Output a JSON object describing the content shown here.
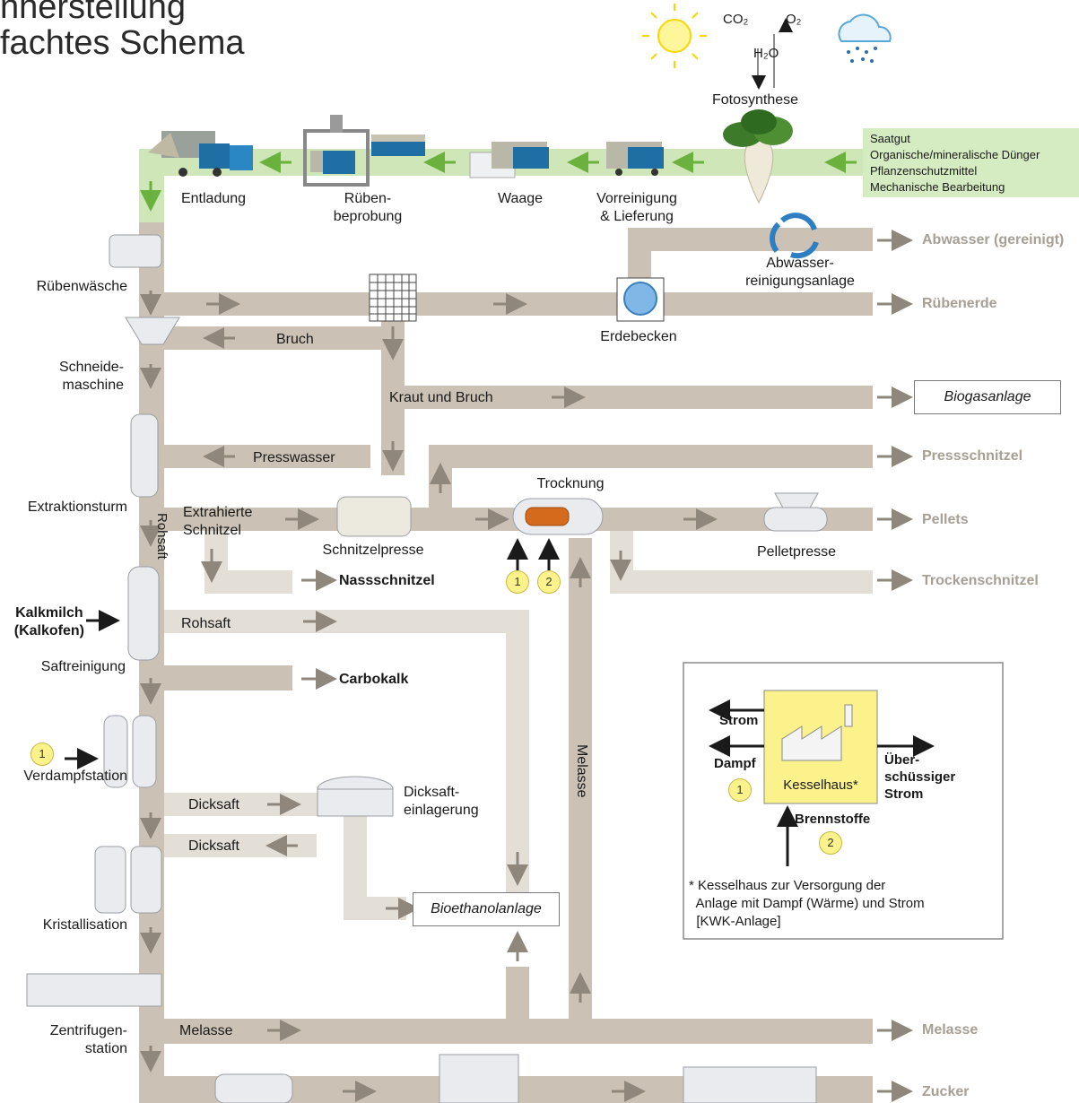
{
  "title": {
    "line1": "nherstellung",
    "line2": "fachtes Schema"
  },
  "top": {
    "co2": "CO₂",
    "o2": "O₂",
    "h2o": "H₂O",
    "photosynthesis": "Fotosynthese",
    "inputs": [
      "Saatgut",
      "Organische/mineralische Dünger",
      "Pflanzenschutzmittel",
      "Mechanische Bearbeitung"
    ]
  },
  "chain": {
    "unloading": "Entladung",
    "sampling": "Rüben-\nbeprobung",
    "scale": "Waage",
    "precleaning": "Vorreinigung\n& Lieferung"
  },
  "stations": {
    "washing": "Rübenwäsche",
    "cutter": "Schneide-\nmaschine",
    "extraction": "Extraktionsturm",
    "purification": "Saftreinigung",
    "evaporation": "Verdampfstation",
    "crystallization": "Kristallisation",
    "centrifuge": "Zentrifugen-\nstation"
  },
  "flows": {
    "break": "Bruch",
    "herbs": "Kraut und Bruch",
    "presswater": "Presswasser",
    "extracted": "Extrahierte\nSchnitzel",
    "press": "Schnitzelpresse",
    "raw_juice_vertical": "Rohsaft",
    "raw_juice": "Rohsaft",
    "thick_juice_1": "Dicksaft",
    "thick_juice_2": "Dicksaft",
    "thick_storage": "Dicksaft-\neinlagerung",
    "molasses": "Melasse",
    "molasses_vertical": "Melasse",
    "drying": "Trocknung",
    "pelletpress": "Pelletpresse",
    "soil_basin": "Erdebecken",
    "wastewater_plant": "Abwasser-\nreinigungsanlage",
    "limemilk": "Kalkmilch\n(Kalkofen)"
  },
  "products": {
    "wastewater": "Abwasser (gereinigt)",
    "soil": "Rübenerde",
    "biogas": "Biogasanlage",
    "pressed_pulp": "Pressschnitzel",
    "pellets": "Pellets",
    "dried_pulp": "Trockenschnitzel",
    "wet_pulp": "Nassschnitzel",
    "carbokalk": "Carbokalk",
    "bioethanol": "Bioethanolanlage",
    "molasses": "Melasse",
    "sugar": "Zucker"
  },
  "boiler": {
    "name": "Kesselhaus*",
    "power": "Strom",
    "steam": "Dampf",
    "surplus": "Über-\nschüssiger\nStrom",
    "fuels": "Brennstoffe",
    "note": "* Kesselhaus zur Versorgung der\n  Anlage mit Dampf (Wärme) und Strom\n  [KWK-Anlage]"
  },
  "markers": {
    "one": "1",
    "two": "2"
  },
  "colors": {
    "pipe": "#cbc2b5",
    "pipe_light": "#e3ded6",
    "arrow_pipe": "#8f877b",
    "green_band": "#cfe6b8",
    "green_arrow": "#6ab23d",
    "marker_fill": "#fbf28c",
    "boiler_fill": "#fbf28c",
    "product_text": "#a79f94"
  }
}
